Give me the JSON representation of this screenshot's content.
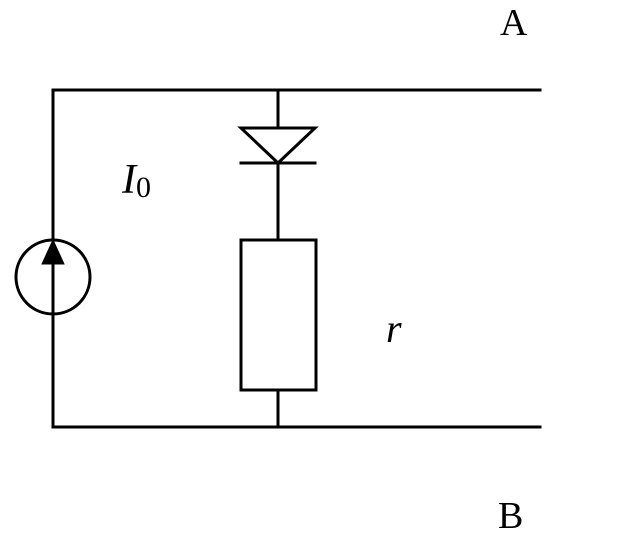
{
  "terminals": {
    "top": "A",
    "bottom": "B"
  },
  "labels": {
    "source_symbol": "I",
    "source_subscript": "0",
    "resistor": "r"
  },
  "colors": {
    "stroke": "#000000",
    "background": "#ffffff"
  },
  "icons": {
    "source": "current-source-icon",
    "diode": "diode-icon",
    "resistor": "resistor-icon"
  }
}
